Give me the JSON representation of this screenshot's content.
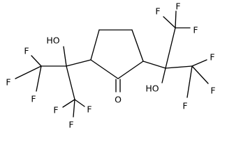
{
  "structure": {
    "atoms": {
      "f1": "F",
      "f2": "F",
      "f3": "F",
      "f4": "F",
      "f5": "F",
      "f6": "F",
      "f7": "F",
      "f8": "F",
      "f9": "F",
      "f10": "F",
      "f11": "F",
      "f12": "F",
      "oh_left": "HO",
      "oh_right": "HO",
      "ketone_o": "O"
    }
  }
}
